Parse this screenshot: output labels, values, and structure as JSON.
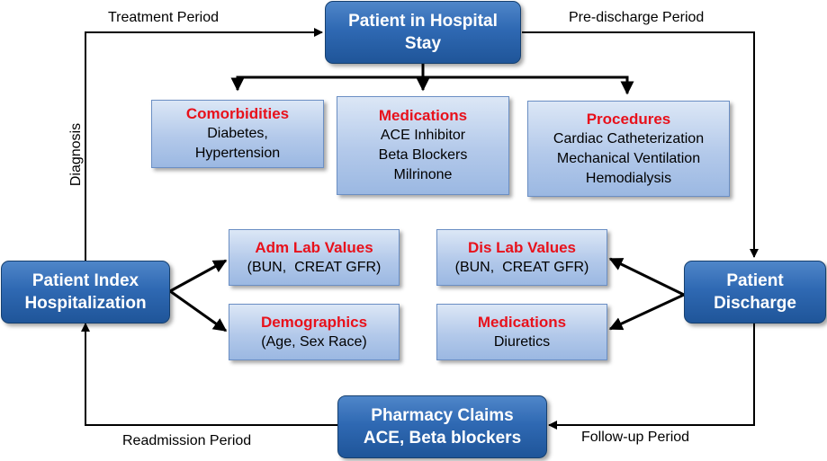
{
  "nodes": {
    "hospital_stay": [
      "Patient in Hospital",
      "Stay"
    ],
    "index_hospitalization": [
      "Patient Index",
      "Hospitalization"
    ],
    "discharge": [
      "Patient",
      "Discharge"
    ],
    "pharmacy_claims": [
      "Pharmacy Claims",
      "ACE, Beta blockers"
    ],
    "comorbidities": {
      "title": "Comorbidities",
      "lines": [
        "Diabetes,",
        "Hypertension"
      ]
    },
    "medications_stay": {
      "title": "Medications",
      "lines": [
        "ACE Inhibitor",
        "Beta Blockers",
        "Milrinone"
      ]
    },
    "procedures": {
      "title": "Procedures",
      "lines": [
        "Cardiac Catheterization",
        "Mechanical Ventilation",
        "Hemodialysis"
      ]
    },
    "adm_lab": {
      "title": "Adm Lab Values",
      "lines": [
        "(BUN,  CREAT GFR)"
      ]
    },
    "demographics": {
      "title": "Demographics",
      "lines": [
        "(Age, Sex Race)"
      ]
    },
    "dis_lab": {
      "title": "Dis Lab Values",
      "lines": [
        "(BUN,  CREAT GFR)"
      ]
    },
    "medications_discharge": {
      "title": "Medications",
      "lines": [
        "Diuretics"
      ]
    }
  },
  "edge_labels": {
    "treatment_period": "Treatment Period",
    "pre_discharge_period": "Pre-discharge Period",
    "diagnosis": "Diagnosis",
    "readmission_period": "Readmission Period",
    "follow_up_period": "Follow-up Period"
  },
  "colors": {
    "dark_node": "#2f69b3",
    "light_node": "#b3c9ea",
    "header_text": "#e8111b",
    "edge": "#000000"
  }
}
